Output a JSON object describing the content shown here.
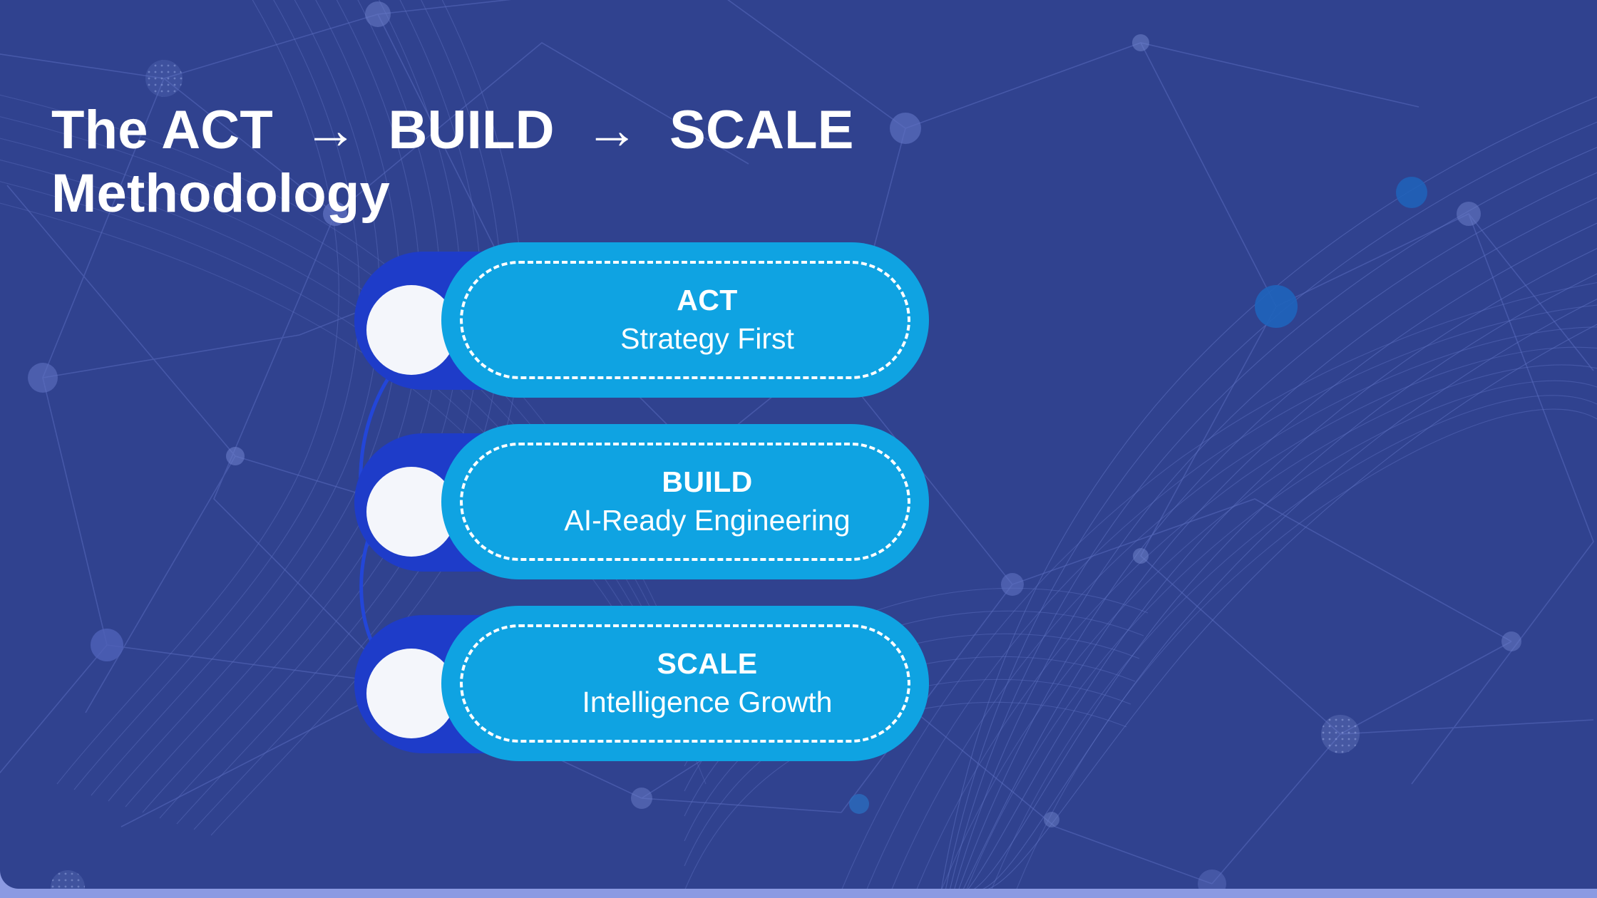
{
  "slide": {
    "background_color": "#30428f",
    "page_strip_color": "#8b9ae2",
    "title": "The ACT  →  BUILD  →  SCALE Methodology"
  },
  "theme": {
    "card_color": "#0fa3e2",
    "knob_color": "#1e3cc9",
    "knob_dot_color": "#f4f6fb",
    "dash_color": "#ffffff",
    "connector_color": "#2346d8",
    "text_color": "#ffffff"
  },
  "diagram": {
    "name": "act-build-scale-methodology",
    "connector_style": "bracket-arc",
    "steps": [
      {
        "id": "act",
        "title": "ACT",
        "subtitle": "Strategy First"
      },
      {
        "id": "build",
        "title": "BUILD",
        "subtitle": "AI-Ready Engineering"
      },
      {
        "id": "scale",
        "title": "SCALE",
        "subtitle": "Intelligence Growth"
      }
    ]
  }
}
